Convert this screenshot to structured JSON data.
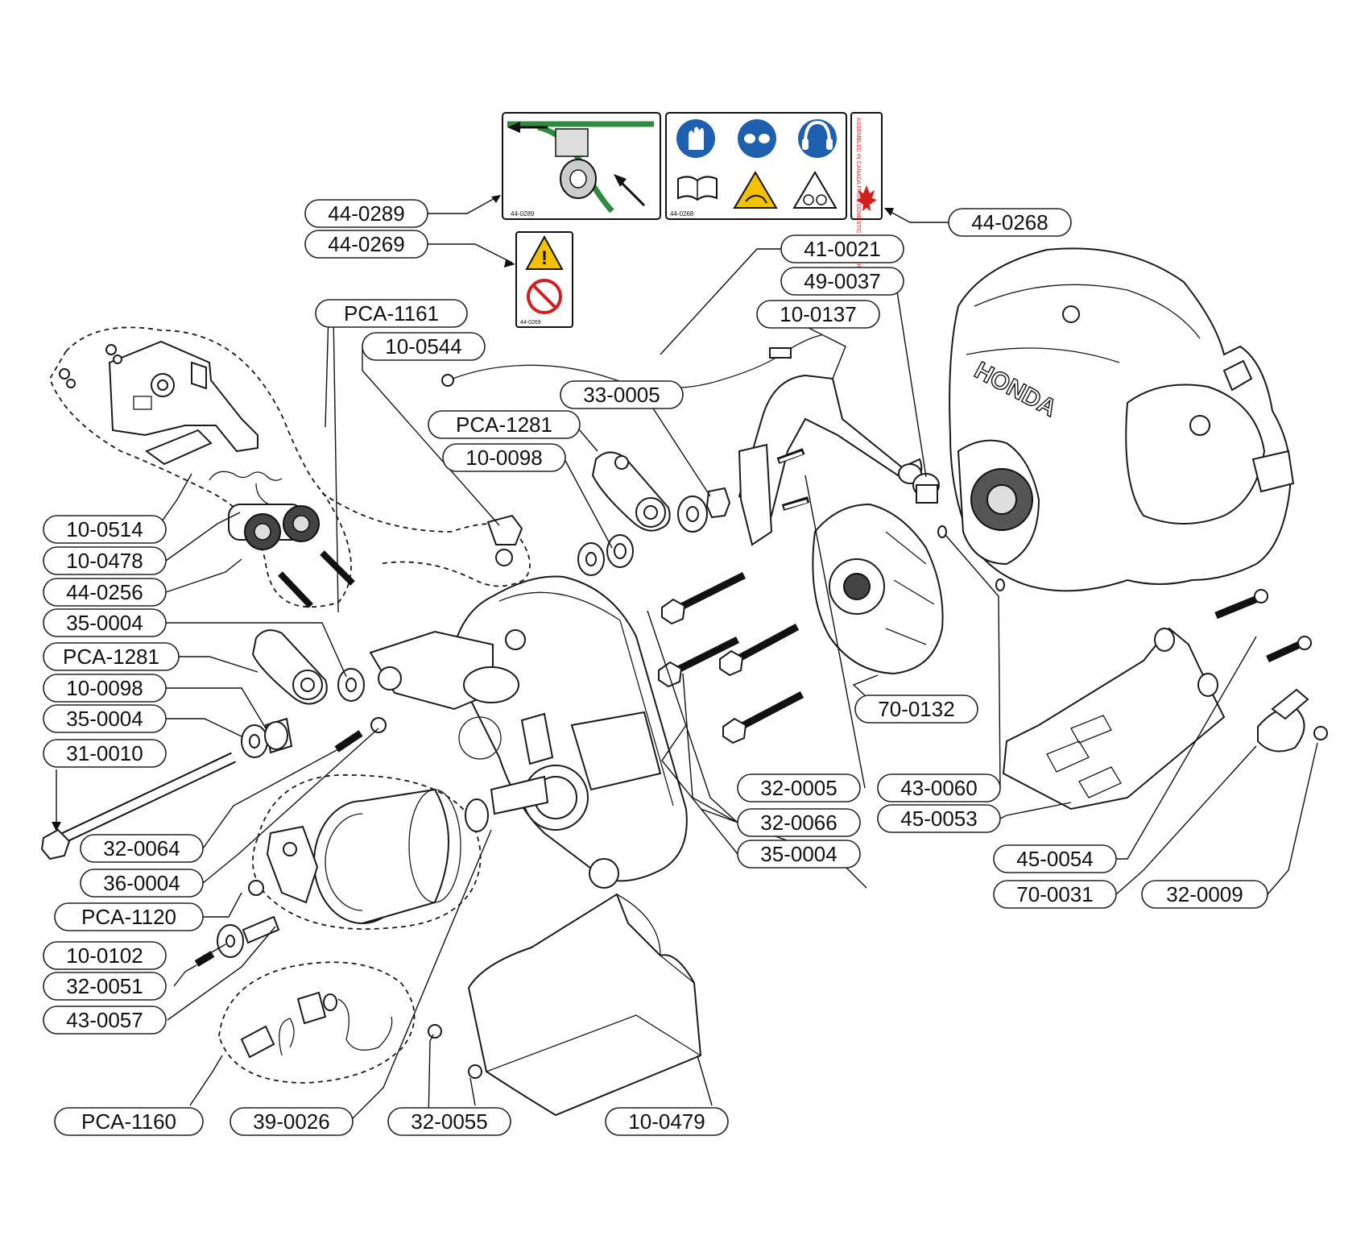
{
  "callouts": [
    {
      "id": "44-0289"
    },
    {
      "id": "44-0269"
    },
    {
      "id": "44-0268"
    },
    {
      "id": "41-0021"
    },
    {
      "id": "49-0037"
    },
    {
      "id": "10-0137"
    },
    {
      "id": "PCA-1161"
    },
    {
      "id": "10-0544"
    },
    {
      "id": "33-0005"
    },
    {
      "id": "PCA-1281"
    },
    {
      "id": "10-0098"
    },
    {
      "id": "10-0514"
    },
    {
      "id": "10-0478"
    },
    {
      "id": "44-0256"
    },
    {
      "id": "35-0004"
    },
    {
      "id": "PCA-1281"
    },
    {
      "id": "10-0098"
    },
    {
      "id": "35-0004"
    },
    {
      "id": "31-0010"
    },
    {
      "id": "32-0064"
    },
    {
      "id": "36-0004"
    },
    {
      "id": "PCA-1120"
    },
    {
      "id": "10-0102"
    },
    {
      "id": "32-0051"
    },
    {
      "id": "43-0057"
    },
    {
      "id": "PCA-1160"
    },
    {
      "id": "39-0026"
    },
    {
      "id": "32-0055"
    },
    {
      "id": "10-0479"
    },
    {
      "id": "70-0132"
    },
    {
      "id": "32-0005"
    },
    {
      "id": "32-0066"
    },
    {
      "id": "35-0004"
    },
    {
      "id": "43-0060"
    },
    {
      "id": "45-0053"
    },
    {
      "id": "45-0054"
    },
    {
      "id": "70-0031"
    },
    {
      "id": "32-0009"
    }
  ],
  "engine_brand": "HONDA",
  "decals": {
    "decal_44_0289_code": "44-0289",
    "decal_44_0268_code": "44-0268",
    "decal_44_0269_code": "44-0269",
    "canada_notice": "ASSEMBLED IN CANADA FROM DOMESTIC AND FOREIGN PARTS"
  },
  "colors": {
    "safety_blue": "#1f5fb0",
    "warning_yellow": "#f2c200",
    "prohibition_red": "#d21f1f",
    "belt_green": "#2e8b3e",
    "line": "#1a1a1a"
  }
}
